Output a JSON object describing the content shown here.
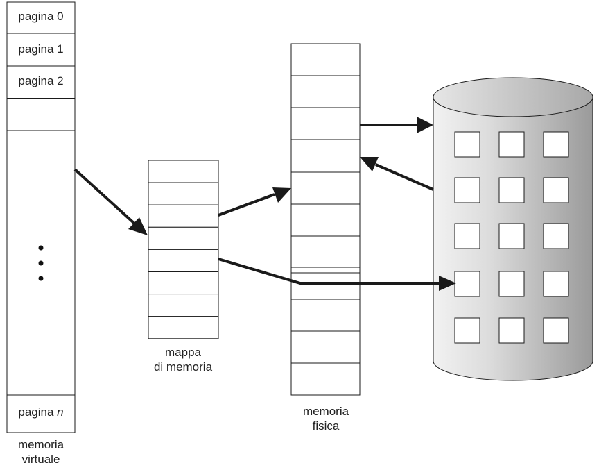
{
  "virtual_memory": {
    "pages": [
      "pagina 0",
      "pagina 1",
      "pagina 2"
    ],
    "last_page_prefix": "pagina",
    "last_page_var": "n",
    "label_line1": "memoria",
    "label_line2": "virtuale"
  },
  "memory_map": {
    "label_line1": "mappa",
    "label_line2": "di memoria"
  },
  "physical_memory": {
    "label_line1": "memoria",
    "label_line2": "fisica"
  },
  "colors": {
    "line": "#1a1a1a",
    "disk_light": "#f2f2f2",
    "disk_dark": "#9a9a9a",
    "block_fill": "#ffffff"
  }
}
